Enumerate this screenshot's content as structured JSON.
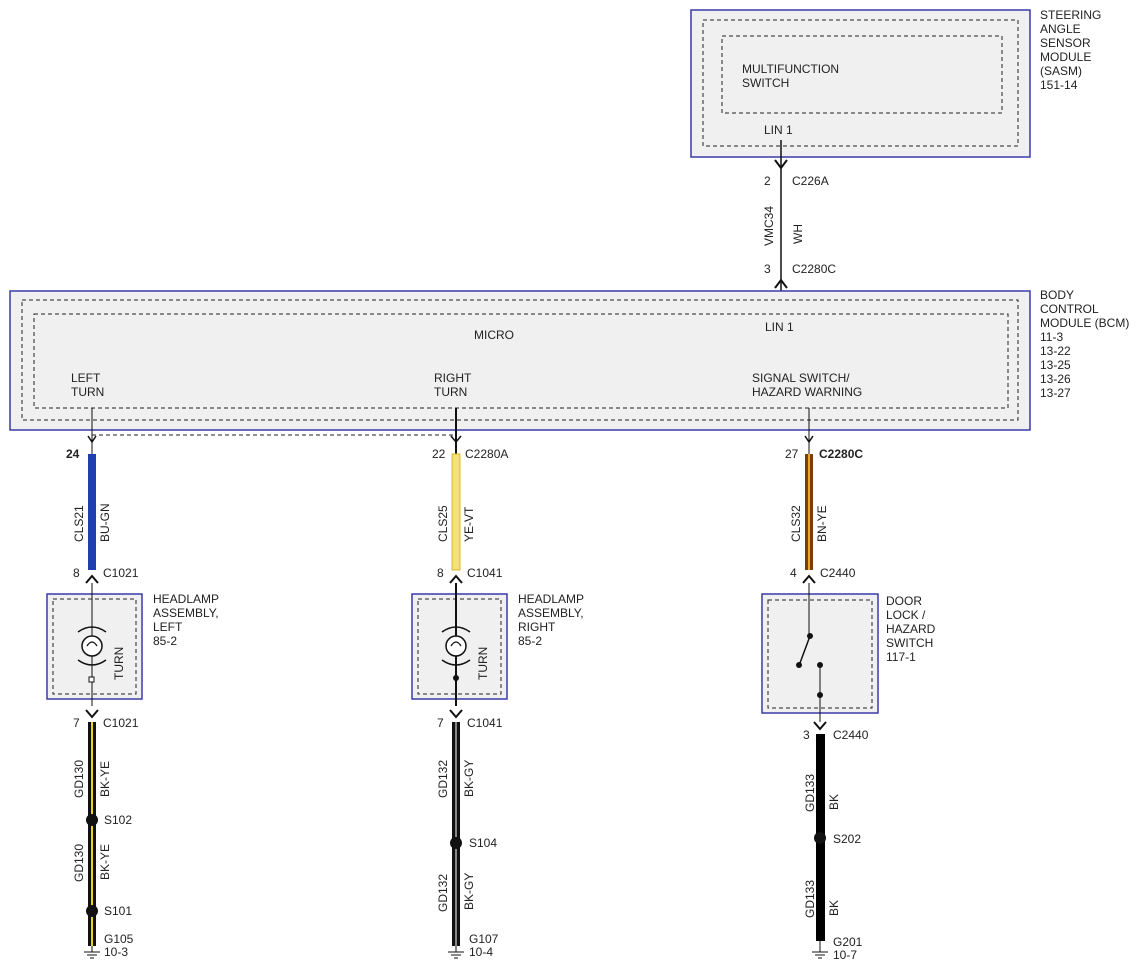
{
  "modules": {
    "sasm": {
      "name_lines": [
        "STEERING",
        "ANGLE",
        "SENSOR",
        "MODULE",
        "(SASM)",
        "151-14"
      ],
      "inner_lines": [
        "MULTIFUNCTION",
        "SWITCH"
      ],
      "pin_label": "LIN 1"
    },
    "bcm": {
      "name_lines": [
        "BODY",
        "CONTROL",
        "MODULE (BCM)",
        "11-3",
        "13-22",
        "13-25",
        "13-26",
        "13-27"
      ],
      "micro": "MICRO",
      "lin": "LIN 1",
      "left_lines": [
        "LEFT",
        "TURN"
      ],
      "right_lines": [
        "RIGHT",
        "TURN"
      ],
      "signal_lines": [
        "SIGNAL SWITCH/",
        "HAZARD WARNING"
      ]
    },
    "headlamp_left": {
      "name_lines": [
        "HEADLAMP",
        "ASSEMBLY,",
        "LEFT",
        "85-2"
      ],
      "inner": "TURN"
    },
    "headlamp_right": {
      "name_lines": [
        "HEADLAMP",
        "ASSEMBLY,",
        "RIGHT",
        "85-2"
      ],
      "inner": "TURN"
    },
    "door_lock": {
      "name_lines": [
        "DOOR",
        "LOCK /",
        "HAZARD",
        "SWITCH",
        "117-1"
      ]
    }
  },
  "lin_circuit": {
    "top_pin": "2",
    "top_connector": "C226A",
    "circuit": "VMC34",
    "color": "WH",
    "bottom_pin": "3",
    "bottom_connector": "C2280C"
  },
  "columns": {
    "left": {
      "top_pin": "24",
      "top_connector": "",
      "circuit1": "CLS21",
      "color1": "BU-GN",
      "mid_pin": "8",
      "mid_connector": "C1021",
      "low_pin": "7",
      "low_connector": "C1021",
      "circuit2": "GD130",
      "color2": "BK-YE",
      "splice1": "S102",
      "circuit3": "GD130",
      "color3": "BK-YE",
      "splice2": "S101",
      "ground": "G105",
      "ground_ref": "10-3",
      "wire1_color": "#1f3fb0",
      "wire1_stripe": "#2a7a3a",
      "wire2_color": "#111111",
      "wire2_stripe": "#e6d51e"
    },
    "right": {
      "top_pin": "22",
      "top_connector": "C2280A",
      "circuit1": "CLS25",
      "color1": "YE-VT",
      "mid_pin": "8",
      "mid_connector": "C1041",
      "low_pin": "7",
      "low_connector": "C1041",
      "circuit2": "GD132",
      "color2": "BK-GY",
      "splice1": "S104",
      "circuit3": "GD132",
      "color3": "BK-GY",
      "ground": "G107",
      "ground_ref": "10-4",
      "wire1_color": "#f5e07a",
      "wire1_stripe": "#f0d040",
      "wire2_color": "#111111",
      "wire2_stripe": "#888888"
    },
    "hazard": {
      "top_pin": "27",
      "top_connector": "C2280C",
      "circuit1": "CLS32",
      "color1": "BN-YE",
      "mid_pin": "4",
      "mid_connector": "C2440",
      "low_pin": "3",
      "low_connector": "C2440",
      "circuit2": "GD133",
      "color2": "BK",
      "splice1": "S202",
      "circuit3": "GD133",
      "color3": "BK",
      "ground": "G201",
      "ground_ref": "10-7",
      "wire1_color": "#7a3b12",
      "wire1_stripe": "#e0b020",
      "wire2_color": "#000000"
    }
  },
  "colors": {
    "module_border": "#3a3aa8",
    "module_fill": "#f0f0f0",
    "line": "#111111"
  }
}
